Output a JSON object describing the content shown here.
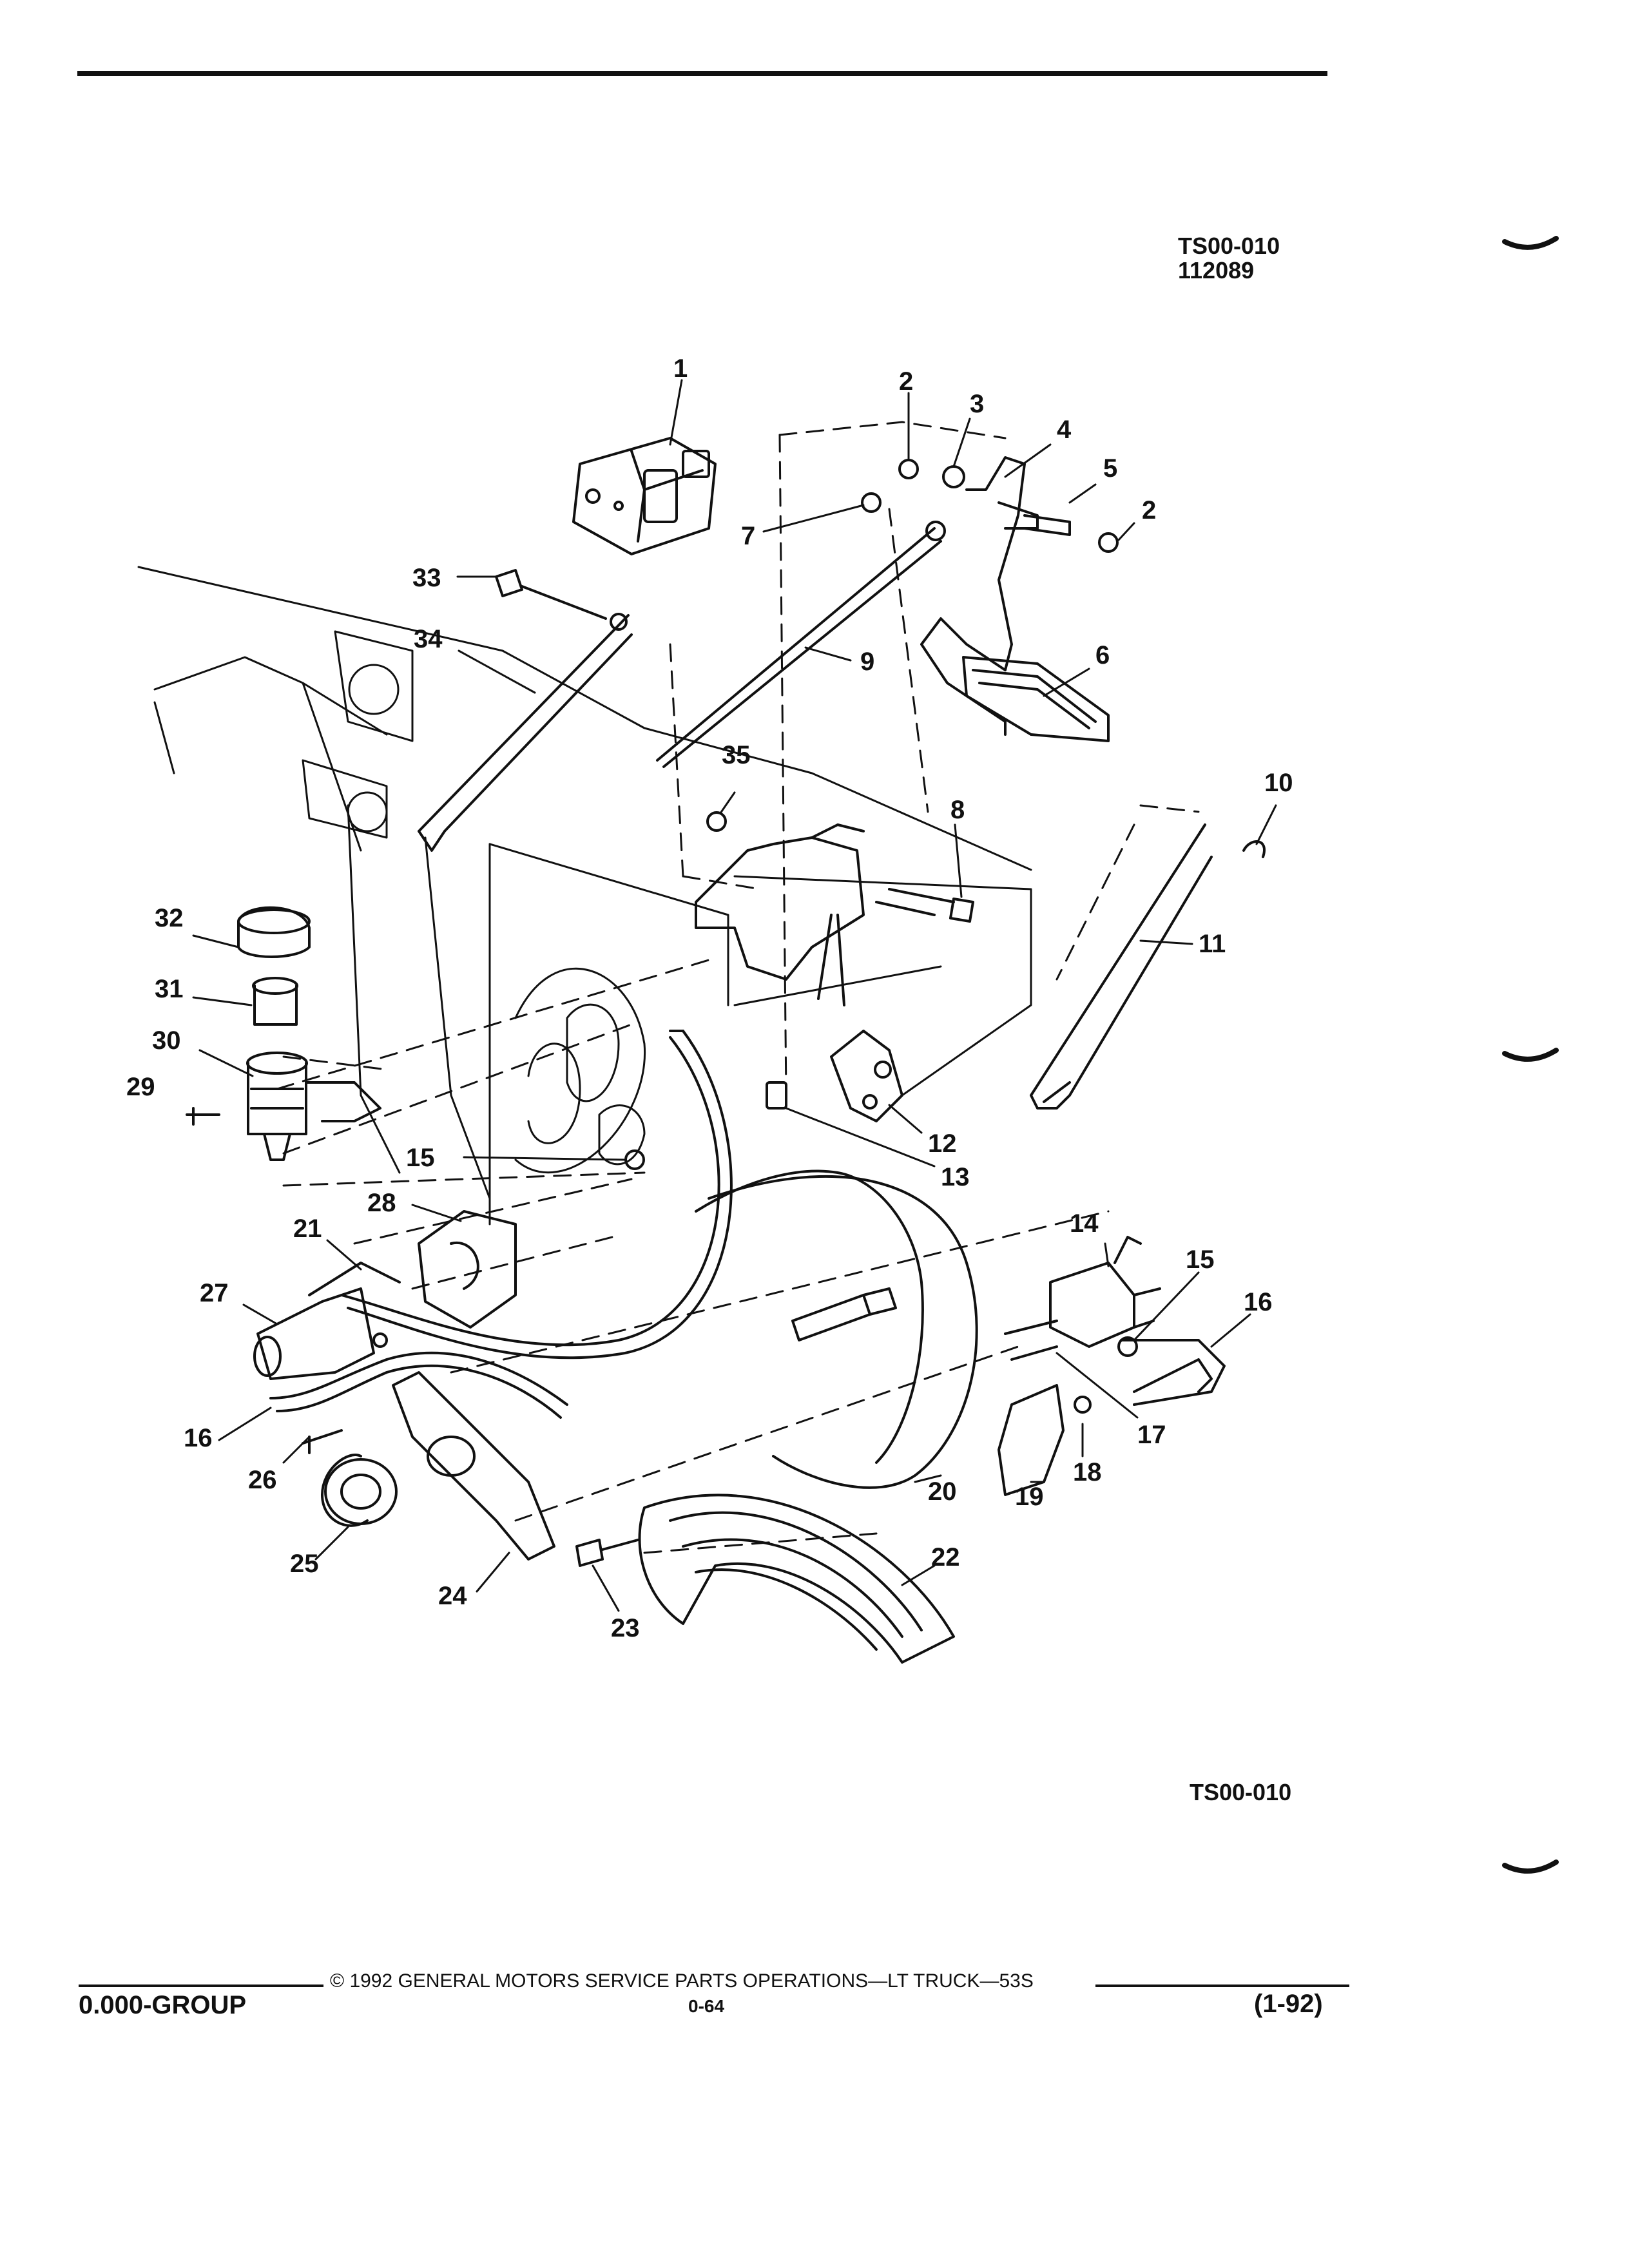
{
  "figure_code_top": "TS00-010",
  "figure_date": "112089",
  "figure_code_bottom": "TS00-010",
  "callouts": [
    "1",
    "2",
    "3",
    "4",
    "5",
    "2",
    "7",
    "33",
    "34",
    "9",
    "6",
    "35",
    "8",
    "10",
    "32",
    "31",
    "11",
    "30",
    "29",
    "12",
    "15",
    "13",
    "28",
    "14",
    "21",
    "15",
    "27",
    "16",
    "16",
    "17",
    "26",
    "18",
    "20",
    "19",
    "25",
    "24",
    "22",
    "23"
  ],
  "footer": {
    "copyright": "©  1992  GENERAL MOTORS SERVICE PARTS OPERATIONS—LT TRUCK—53S",
    "group": "0.000-GROUP",
    "page_number": "0-64",
    "revision": "(1-92)"
  }
}
